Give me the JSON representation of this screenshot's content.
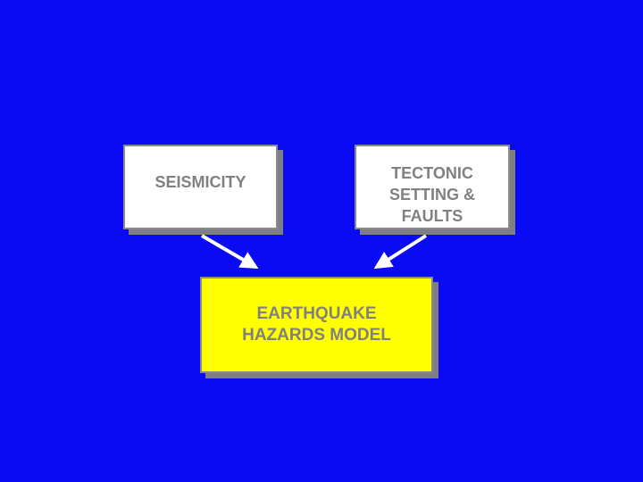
{
  "nodes": {
    "seismicity": {
      "lines": [
        "SEISMICITY"
      ]
    },
    "tectonic": {
      "lines": [
        "TECTONIC",
        "SETTING &",
        "FAULTS"
      ]
    },
    "model": {
      "lines": [
        "EARTHQUAKE",
        "HAZARDS MODEL"
      ]
    }
  },
  "edges": [
    {
      "from": "SEISMICITY",
      "to": "EARTHQUAKE HAZARDS MODEL"
    },
    {
      "from": "TECTONIC SETTING & FAULTS",
      "to": "EARTHQUAKE HAZARDS MODEL"
    }
  ],
  "colors": {
    "background": "#0a0af5",
    "model_fill": "#ffff00",
    "text": "#808080"
  }
}
